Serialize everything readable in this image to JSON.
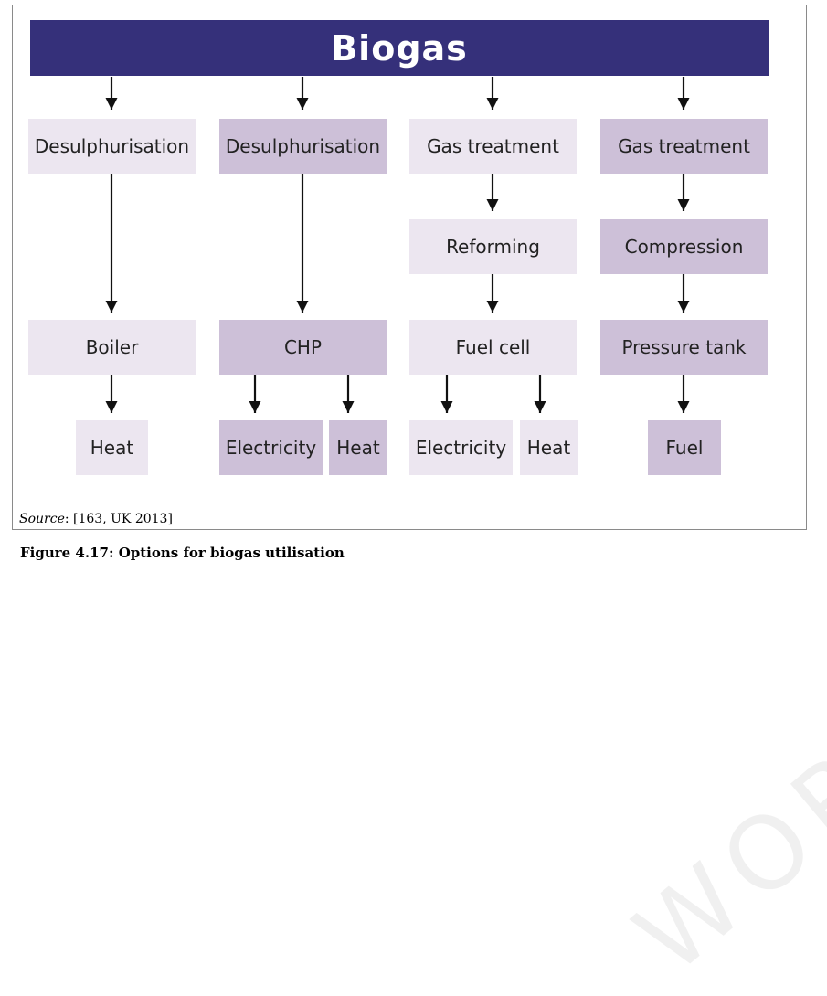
{
  "colors": {
    "banner": "#35307a",
    "light_box": "#ece6f0",
    "dark_box": "#cdc0d8",
    "arrow": "#111111"
  },
  "banner": {
    "title": "Biogas"
  },
  "watermark": {
    "text": "WORKING DRAFT IN PROGRESS"
  },
  "columns": [
    {
      "row1": "Desulphurisation",
      "row3": "Boiler",
      "outputs": [
        "Heat"
      ]
    },
    {
      "row1": "Desulphurisation",
      "row3": "CHP",
      "outputs": [
        "Electricity",
        "Heat"
      ]
    },
    {
      "row1": "Gas treatment",
      "row2": "Reforming",
      "row3": "Fuel cell",
      "outputs": [
        "Electricity",
        "Heat"
      ]
    },
    {
      "row1": "Gas treatment",
      "row2": "Compression",
      "row3": "Pressure tank",
      "outputs": [
        "Fuel"
      ]
    }
  ],
  "source": {
    "label": "Source",
    "text": ": [163, UK 2013]"
  },
  "caption": {
    "text": "Figure 4.17:  Options for biogas utilisation"
  }
}
